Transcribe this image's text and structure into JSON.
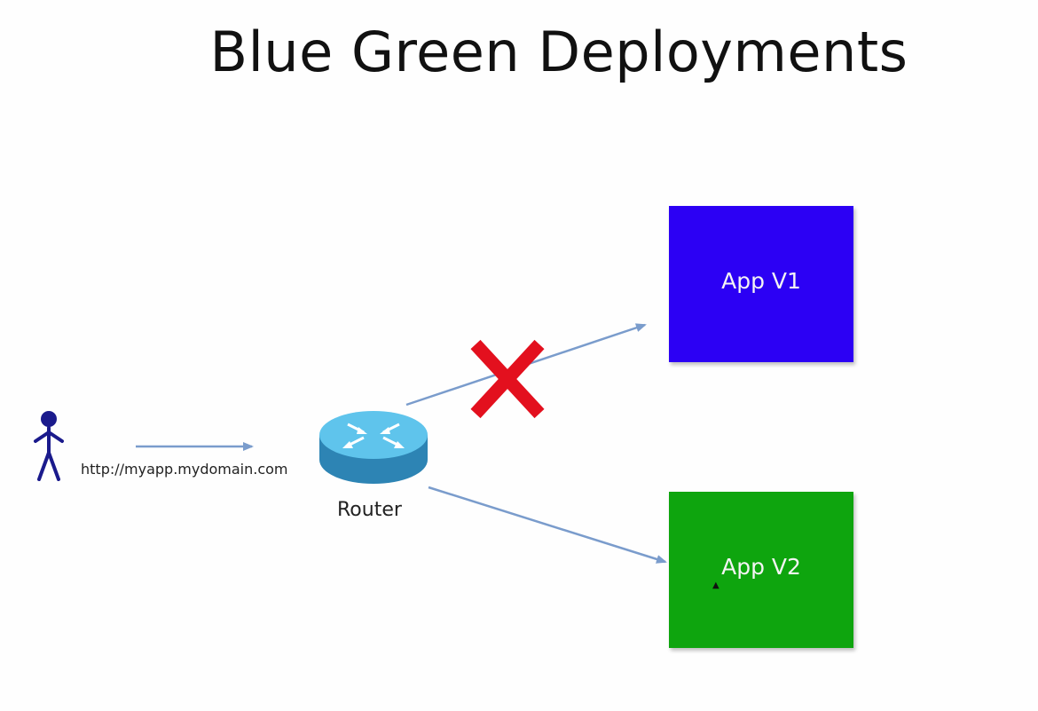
{
  "slide": {
    "title": "Blue Green Deployments",
    "url_text": "http://myapp.mydomain.com",
    "router_label": "Router",
    "boxes": [
      {
        "label": "App V1",
        "color": "#2c00f4"
      },
      {
        "label": "App V2",
        "color": "#0ea50e"
      }
    ],
    "arrow_color": "#7a9ccc",
    "person_color": "#1a1a8c",
    "cross_color": "#e3101e",
    "router_color": "#3fa9d8"
  }
}
